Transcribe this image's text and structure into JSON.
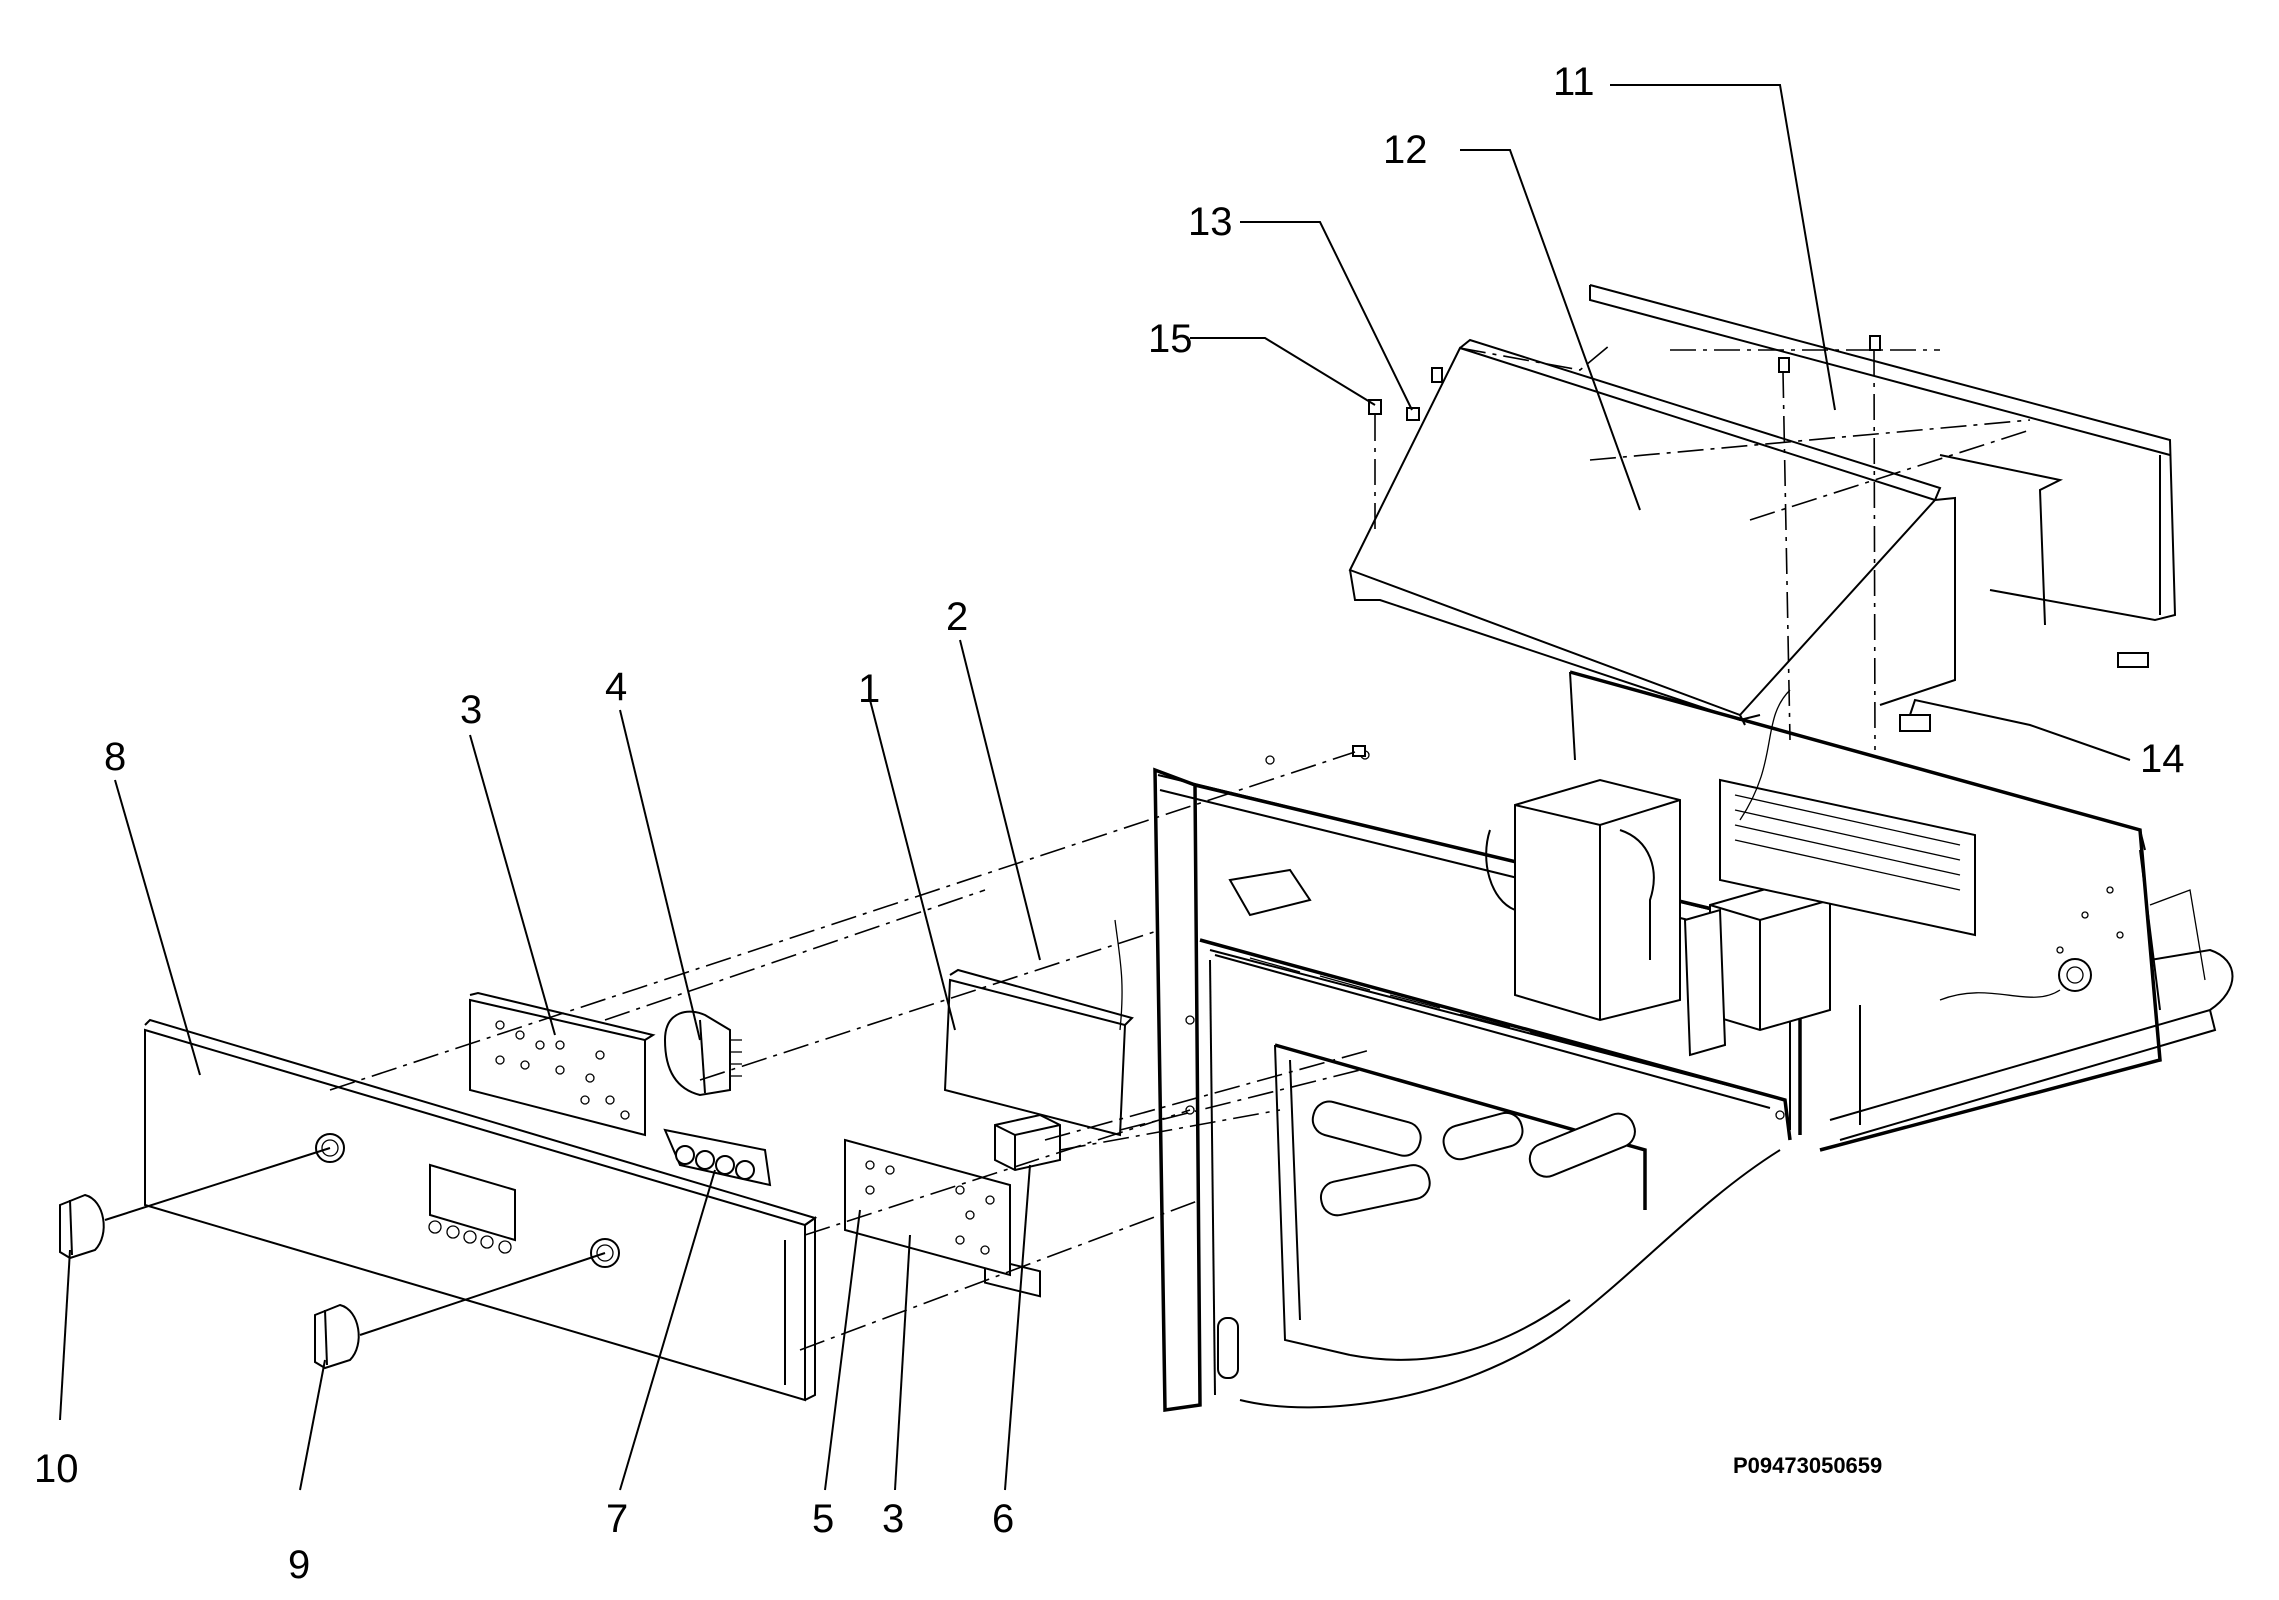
{
  "callouts": [
    "1",
    "2",
    "3",
    "4",
    "5",
    "6",
    "7",
    "8",
    "9",
    "10",
    "11",
    "12",
    "13",
    "14",
    "15"
  ],
  "drawing_code": "P09473050659"
}
